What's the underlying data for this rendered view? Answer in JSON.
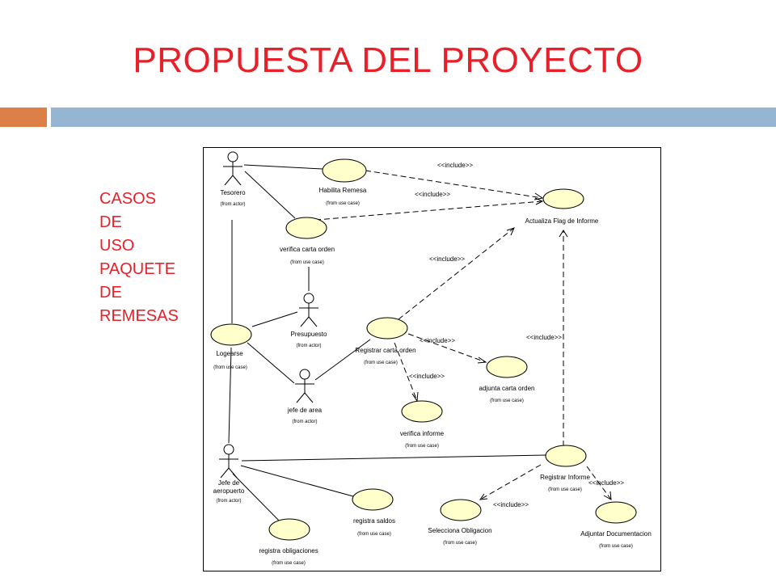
{
  "slide": {
    "title": "PROPUESTA DEL PROYECTO",
    "side_label_lines": [
      "CASOS",
      "DE",
      "USO",
      "PAQUETE",
      "DE",
      "REMESAS"
    ]
  },
  "diagram": {
    "stereotype_include": "<<include>>",
    "actors": [
      {
        "id": "tesorero",
        "name": "Tesorero",
        "from": "(from actor)"
      },
      {
        "id": "presupuesto",
        "name": "Presupuesto",
        "from": "(from actor)"
      },
      {
        "id": "jefe-de-area",
        "name": "jefe de area",
        "from": "(from actor)"
      },
      {
        "id": "jefe-de-aeropuerto",
        "name_lines": [
          "Jefe de",
          "aeropuerto"
        ],
        "from": "(from actor)"
      }
    ],
    "use_cases": [
      {
        "id": "habilita-remesa",
        "name": "Habilita Remesa",
        "from": "(from use case)"
      },
      {
        "id": "actualiza-flag",
        "name": "Actualiza Flag de Informe",
        "from": ""
      },
      {
        "id": "verifica-carta-orden",
        "name": "verifica carta orden",
        "from": "(from use case)"
      },
      {
        "id": "logearse",
        "name": "Logearse",
        "from": "(from use case)"
      },
      {
        "id": "registrar-carta-orden",
        "name": "Registrar carta orden",
        "from": "(from use case)"
      },
      {
        "id": "adjunta-carta-orden",
        "name": "adjunta carta orden",
        "from": "(from use case)"
      },
      {
        "id": "verifica-informe",
        "name": "verifica informe",
        "from": "(from use case)"
      },
      {
        "id": "registrar-informe",
        "name": "Registrar Informe",
        "from": "(from use case)"
      },
      {
        "id": "registra-saldos",
        "name": "registra saldos",
        "from": "(from use case)"
      },
      {
        "id": "selecciona-obligacion",
        "name": "Selecciona Obligacion",
        "from": "(from use case)"
      },
      {
        "id": "adjuntar-documentacion",
        "name": "Adjuntar Documentacion",
        "from": "(from use case)"
      },
      {
        "id": "registra-obligaciones",
        "name": "registra obligaciones",
        "from": "(from use case)"
      }
    ]
  }
}
